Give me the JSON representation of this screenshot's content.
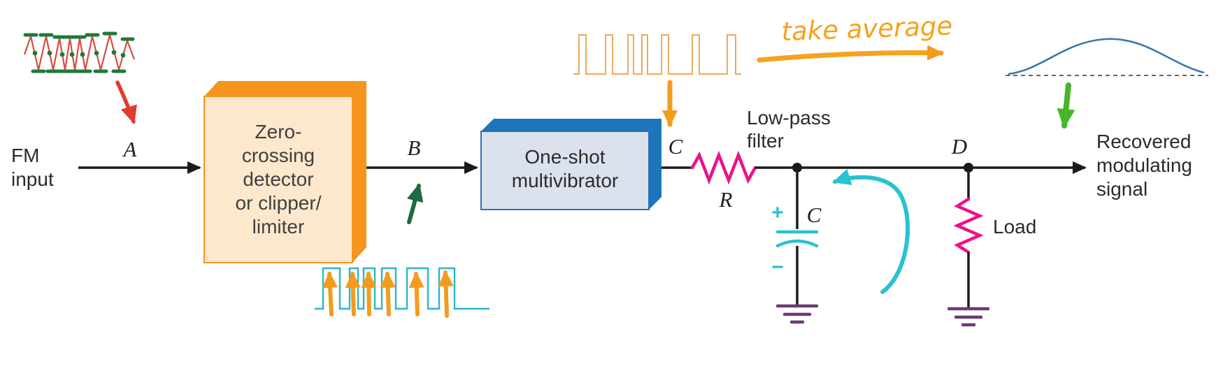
{
  "diagram": {
    "title_hint": "FM pulse-averaging demodulator block diagram",
    "fm_input": {
      "line1": "FM",
      "line2": "input"
    },
    "node_a": "A",
    "box1": {
      "lines": [
        "Zero-",
        "crossing",
        "detector",
        "or clipper/",
        "limiter"
      ]
    },
    "node_b": "B",
    "box2": {
      "lines": [
        "One-shot",
        "multivibrator"
      ]
    },
    "node_c": "C",
    "resistor_label": "R",
    "lowpass": {
      "line1": "Low-pass",
      "line2": "filter"
    },
    "capacitor": {
      "plus": "+",
      "minus": "−",
      "label": "C"
    },
    "node_d": "D",
    "load_label": "Load",
    "output": {
      "line1": "Recovered",
      "line2": "modulating",
      "line3": "signal"
    },
    "annotation": "take average"
  },
  "colors": {
    "box_orange": "#f7941d",
    "box_orange_face": "#fde8cd",
    "box_blue": "#1b75bb",
    "box_blue_face": "#dbe2ee",
    "magenta": "#ec108c",
    "teal": "#29c2cf",
    "orange_accent": "#f49b1f",
    "red_accent": "#e23b2e",
    "green_accent": "#45b52a",
    "dark_green": "#1d6b40",
    "ground_purple": "#6b3d73",
    "signal_blue": "#3a78ad",
    "text": "#3f3f3f"
  }
}
